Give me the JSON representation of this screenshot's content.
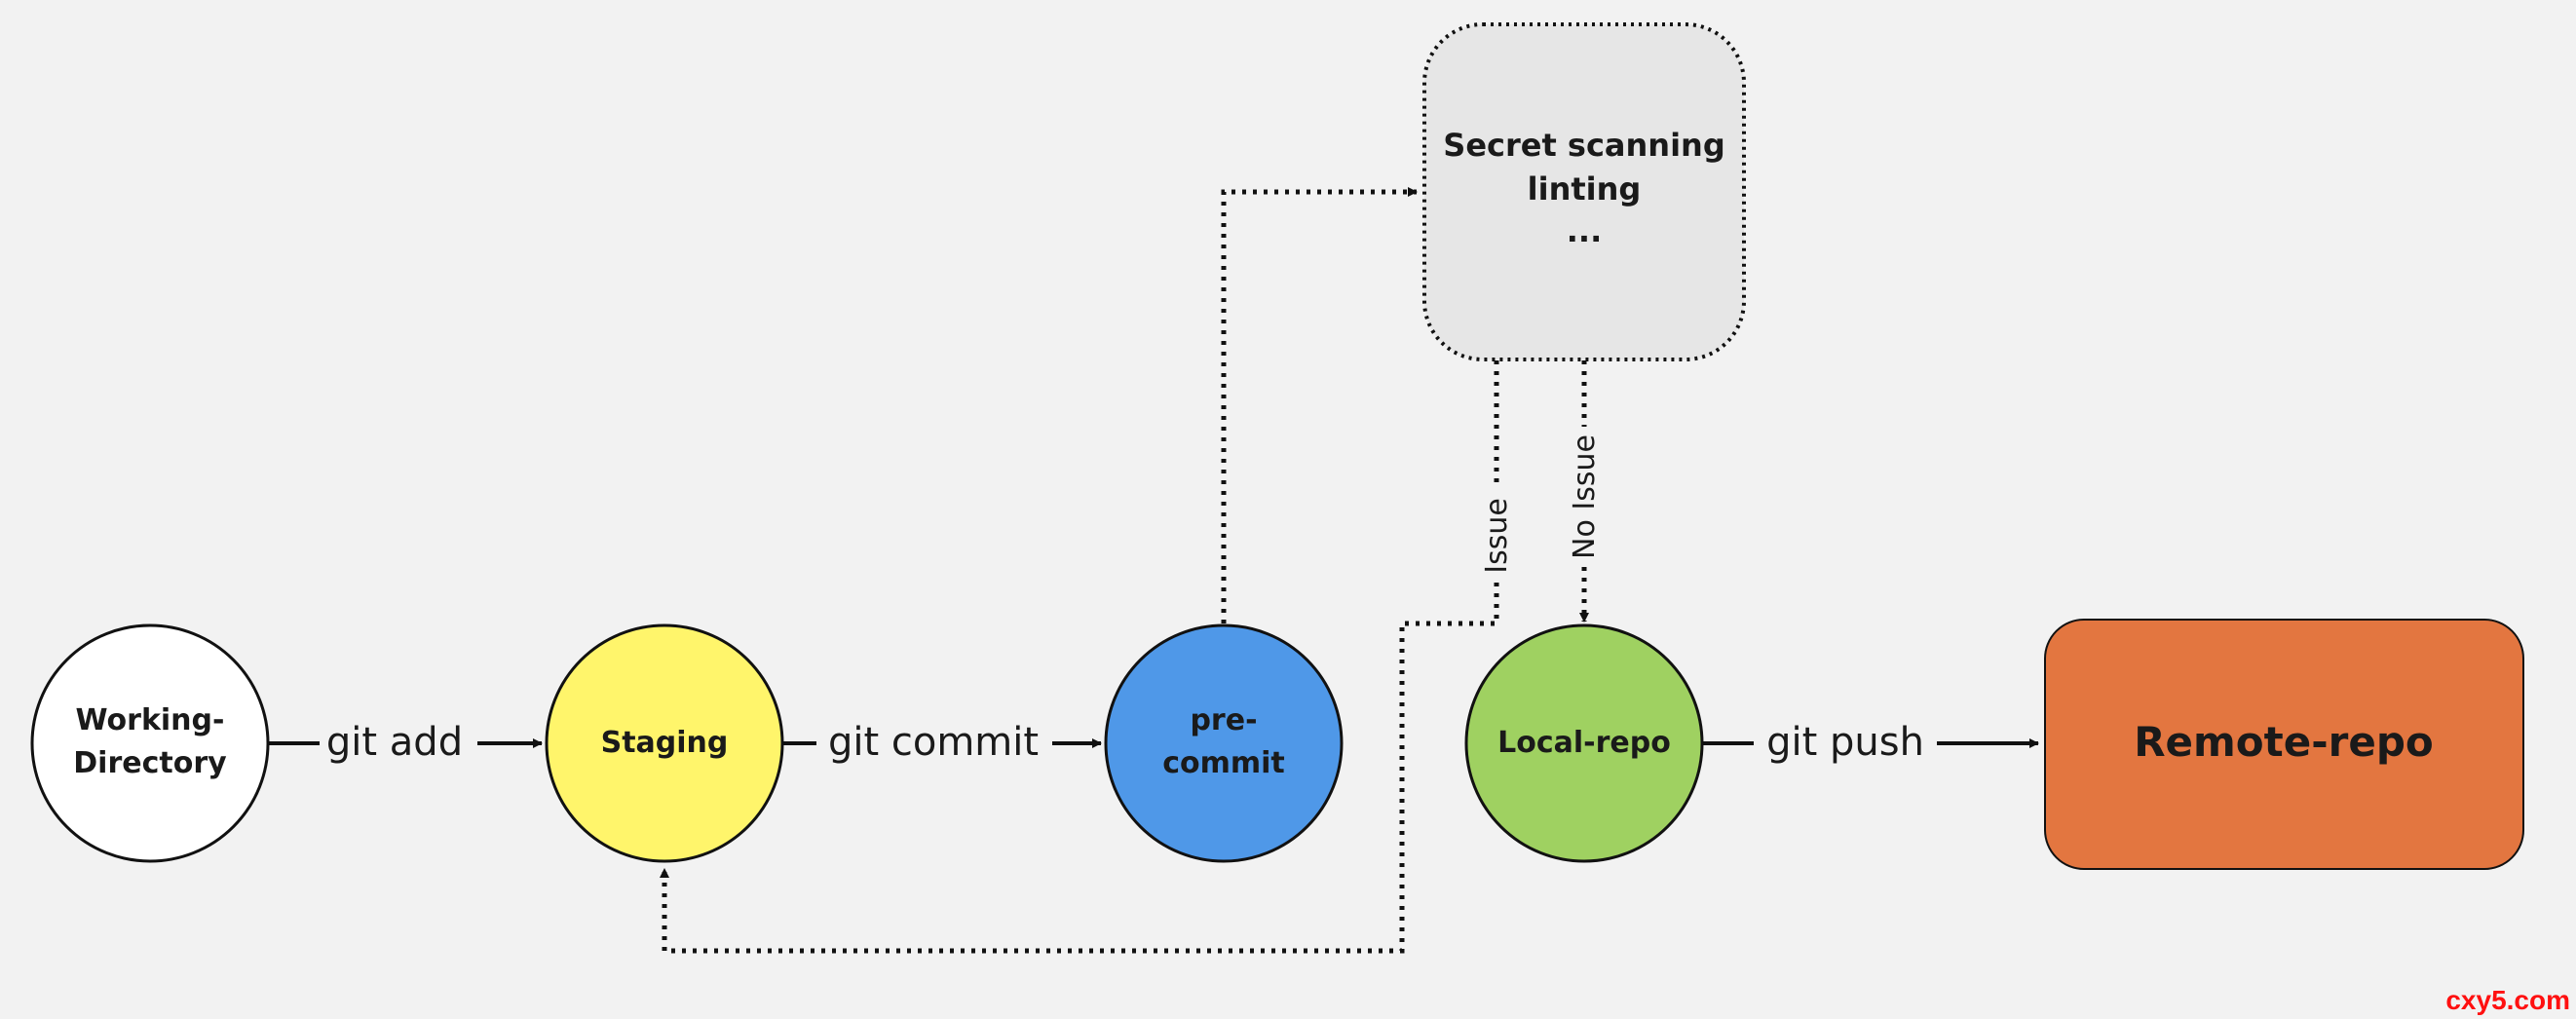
{
  "nodes": {
    "working_directory": {
      "lines": [
        "Working-",
        "Directory"
      ],
      "fill": "#ffffff"
    },
    "staging": {
      "lines": [
        "Staging"
      ],
      "fill": "#fff56b"
    },
    "pre_commit": {
      "lines": [
        "pre-",
        "commit"
      ],
      "fill": "#4f98e8"
    },
    "checks": {
      "lines": [
        "Secret scanning",
        "linting",
        "..."
      ],
      "fill": "#e6e6e6"
    },
    "local_repo": {
      "lines": [
        "Local-repo"
      ],
      "fill": "#9fd161"
    },
    "remote_repo": {
      "lines": [
        "Remote-repo"
      ],
      "fill": "#e37640"
    }
  },
  "edges": {
    "git_add": "git add",
    "git_commit": "git commit",
    "git_push": "git push",
    "issue": "Issue",
    "no_issue": "No Issue"
  },
  "watermark": "cxy5.com",
  "colors": {
    "background": "#f2f2f2",
    "stroke": "#111111",
    "watermark": "#ff1010"
  }
}
